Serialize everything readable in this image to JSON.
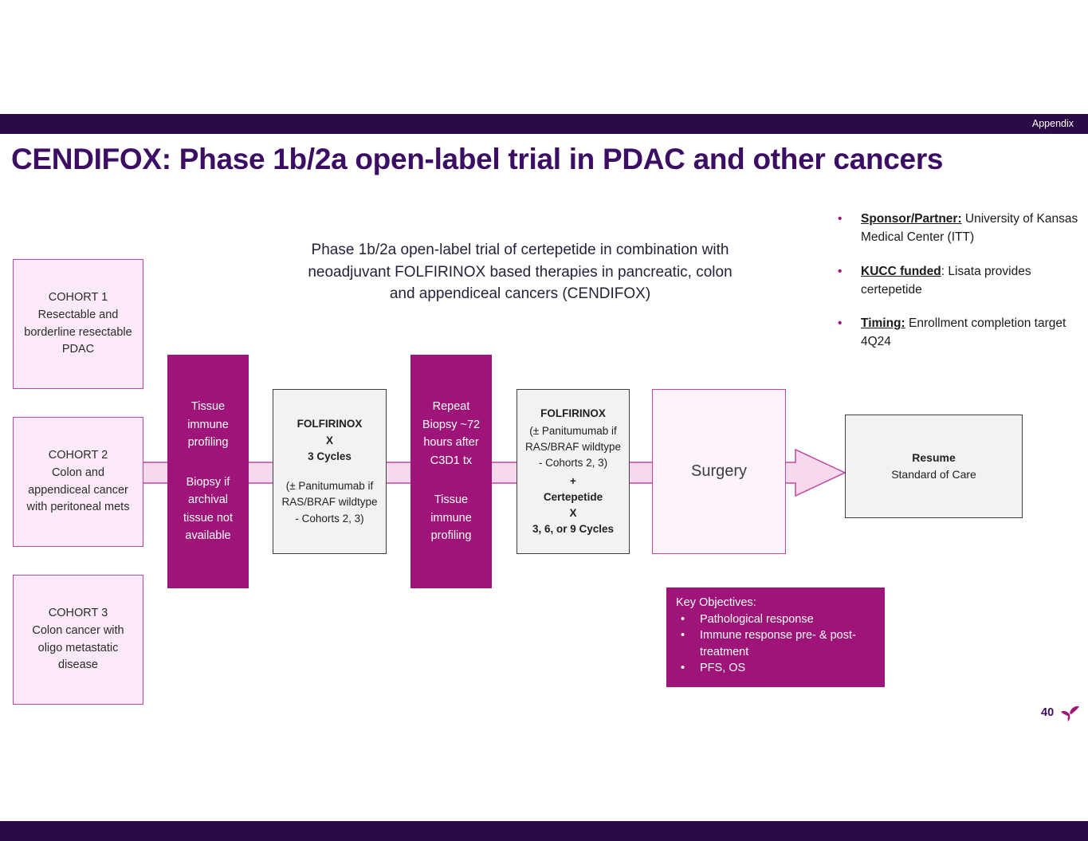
{
  "colors": {
    "dark_purple": "#2c0a47",
    "title_purple": "#3b0e63",
    "magenta": "#9e1478",
    "light_pink": "#fceaf8",
    "pink_border": "#c0469f",
    "arrow_fill": "#f7d9ee",
    "gray_fill": "#f2f2f2",
    "gray_border": "#3c4043"
  },
  "top_bar": {
    "label": "Appendix"
  },
  "title": "CENDIFOX: Phase 1b/2a open-label trial in PDAC and other cancers",
  "description": "Phase 1b/2a open-label trial of certepetide  in combination with\nneoadjuvant FOLFIRINOX based therapies in pancreatic, colon\nand appendiceal cancers (CENDIFOX)",
  "info_bullets": [
    {
      "bullet": "•",
      "label": "Sponsor/Partner:",
      "text": "  University of Kansas Medical Center (ITT)"
    },
    {
      "bullet": "•",
      "label": "KUCC funded",
      "text": ": Lisata provides certepetide"
    },
    {
      "bullet": "•",
      "label": "Timing:",
      "text": "  Enrollment completion target 4Q24"
    }
  ],
  "cohorts": [
    {
      "title": "COHORT 1",
      "desc": "Resectable and borderline resectable PDAC"
    },
    {
      "title": "COHORT 2",
      "desc": "Colon and appendiceal cancer with peritoneal mets"
    },
    {
      "title": "COHORT 3",
      "desc": "Colon cancer with oligo metastatic disease"
    }
  ],
  "flow": {
    "tissue_profiling": {
      "para1": "Tissue immune profiling",
      "para2": "Biopsy if archival tissue not available"
    },
    "folfirinox_1": {
      "bold": "FOLFIRINOX\nX\n3 Cycles",
      "note": "(± Panitumumab if RAS/BRAF wildtype - Cohorts 2, 3)"
    },
    "repeat_biopsy": {
      "para1": "Repeat Biopsy ~72 hours after C3D1 tx",
      "para2": "Tissue immune profiling"
    },
    "folfirinox_2": {
      "drug": "FOLFIRINOX",
      "note": "(± Panitumumab if RAS/BRAF wildtype - Cohorts 2, 3)",
      "regimen": "+\nCertepetide\nX\n3, 6, or 9 Cycles"
    },
    "surgery": "Surgery",
    "resume": {
      "title": "Resume",
      "desc": "Standard of Care"
    }
  },
  "key_objectives": {
    "title": "Key Objectives:",
    "bullet": "•",
    "items": [
      "Pathological response",
      "Immune response pre- & post-treatment",
      "PFS, OS"
    ]
  },
  "footer": {
    "page": "40"
  }
}
